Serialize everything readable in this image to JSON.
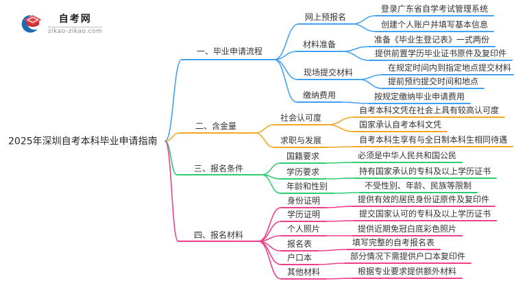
{
  "logo": {
    "site_name": "自考网",
    "site_url": "zikao-zikao.com",
    "icon_colors": {
      "crescent_blue": "#1a6ab5",
      "cap_red": "#e8414b",
      "cap_dark_red": "#c93039"
    }
  },
  "root": {
    "label": "2025年深圳自考本科毕业申请指南"
  },
  "text_color": "#333333",
  "branches": [
    {
      "label": "一、毕业申请流程",
      "color": "#42a0f2",
      "children": [
        {
          "label": "网上预报名",
          "children": [
            {
              "label": "登录广东省自学考试管理系统"
            },
            {
              "label": "创建个人账户并填写基本信息"
            }
          ]
        },
        {
          "label": "材料准备",
          "children": [
            {
              "label": "准备《毕业生登记表》一式两份"
            },
            {
              "label": "提供前置学历毕业证书原件及复印件"
            }
          ]
        },
        {
          "label": "现场提交材料",
          "children": [
            {
              "label": "在规定时间内到指定地点提交材料"
            },
            {
              "label": "提前预约提交时间和地点"
            }
          ]
        },
        {
          "label": "缴纳费用",
          "children": [
            {
              "label": "按规定缴纳毕业申请费用"
            }
          ]
        }
      ]
    },
    {
      "label": "二、含金量",
      "color": "#f5a623",
      "children": [
        {
          "label": "社会认可度",
          "children": [
            {
              "label": "自考本科文凭在社会上具有较高认可度"
            },
            {
              "label": "国家承认自考本科文凭"
            }
          ]
        },
        {
          "label": "求职与发展",
          "children": [
            {
              "label": "自考本科生享有与全日制本科生相同待遇"
            }
          ]
        }
      ]
    },
    {
      "label": "三、报名条件",
      "color": "#2ecc71",
      "children": [
        {
          "label": "国籍要求",
          "children": [
            {
              "label": "必须是中华人民共和国公民"
            }
          ]
        },
        {
          "label": "学历要求",
          "children": [
            {
              "label": "持有国家承认的专科及以上学历证书"
            }
          ]
        },
        {
          "label": "年龄和性别",
          "children": [
            {
              "label": "不受性别、年龄、民族等限制"
            }
          ]
        }
      ]
    },
    {
      "label": "四、报名材料",
      "color": "#ee3e8b",
      "children": [
        {
          "label": "身份证明",
          "children": [
            {
              "label": "提供有效的居民身份证原件及复印件"
            }
          ]
        },
        {
          "label": "学历证明",
          "children": [
            {
              "label": "提交国家认可的专科及以上学历证书"
            }
          ]
        },
        {
          "label": "个人照片",
          "children": [
            {
              "label": "提供近期免冠白底彩色照片"
            }
          ]
        },
        {
          "label": "报名表",
          "children": [
            {
              "label": "填写完整的自考报名表"
            }
          ]
        },
        {
          "label": "户口本",
          "children": [
            {
              "label": "部分情况下需提供户口本复印件"
            }
          ]
        },
        {
          "label": "其他材料",
          "children": [
            {
              "label": "根据专业要求提供额外材料"
            }
          ]
        }
      ]
    }
  ]
}
